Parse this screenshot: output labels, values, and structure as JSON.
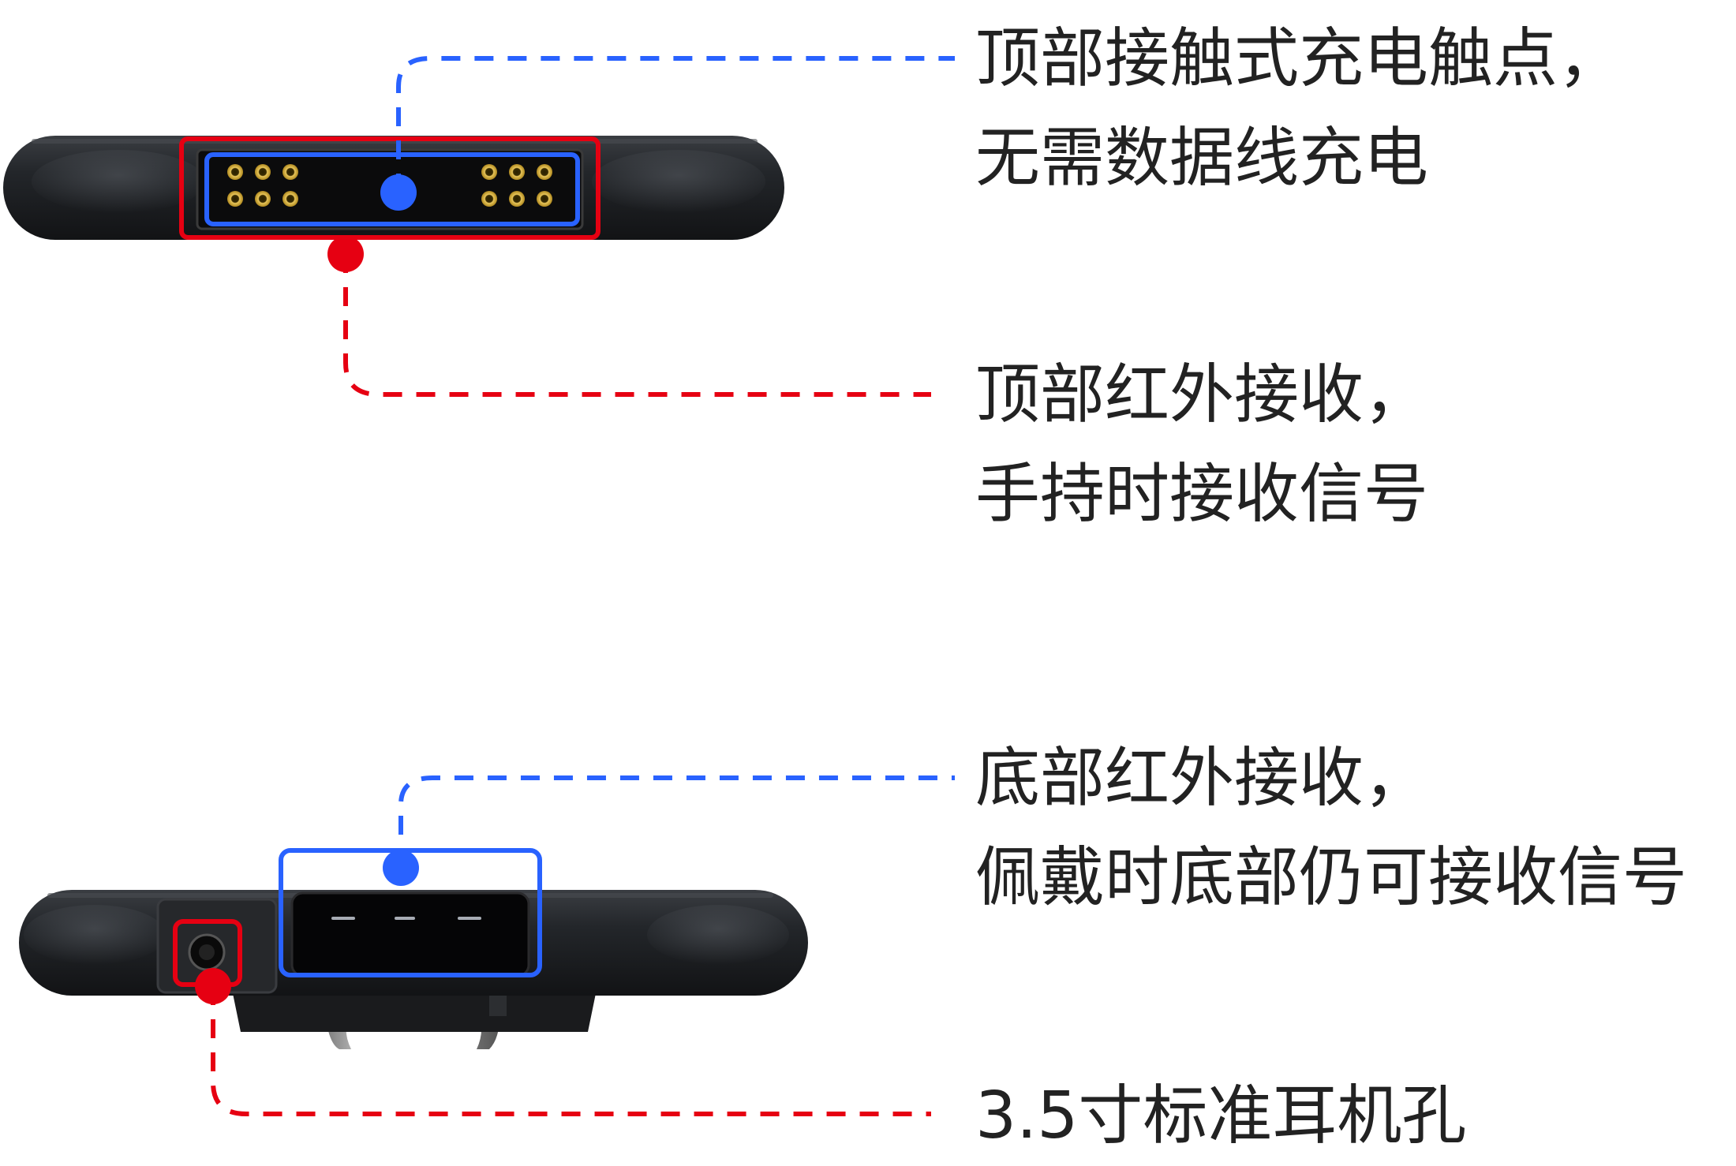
{
  "colors": {
    "blue_accent": "#2962ff",
    "red_accent": "#e60012",
    "device_body": "#1f2124",
    "text": "#222222"
  },
  "callouts": {
    "top_charging": {
      "line1": "顶部接触式充电触点，",
      "line2": "无需数据线充电"
    },
    "top_infrared": {
      "line1": "顶部红外接收，",
      "line2": "手持时接收信号"
    },
    "bottom_infrared": {
      "line1": "底部红外接收，",
      "line2": "佩戴时底部仍可接收信号"
    },
    "headphone_jack": {
      "line1": "3.5寸标准耳机孔"
    }
  }
}
